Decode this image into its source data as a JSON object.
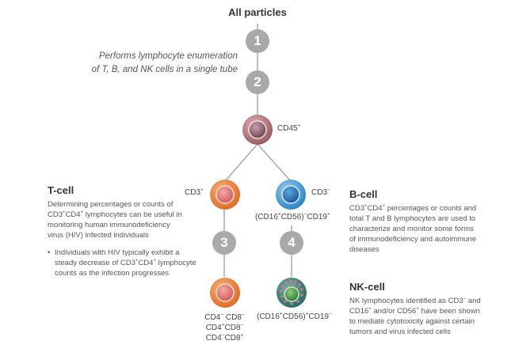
{
  "title": "All particles",
  "steps": [
    "1",
    "2",
    "3",
    "4"
  ],
  "caption": [
    "Performs lymphocyte enumeration",
    "of T, B, and NK cells in a single tube"
  ],
  "labels": {
    "cd45": "CD45",
    "cd45_sup": "+",
    "cd3pos": "CD3",
    "cd3pos_sup": "+",
    "cd3neg": "CD3",
    "cd3neg_sup": "−",
    "bcell_gate": [
      "(CD16",
      "+",
      "CD56)",
      "−",
      "CD19",
      "+"
    ],
    "tsub_line1": [
      "CD4",
      "−",
      " CD8",
      "−"
    ],
    "tsub_line2": [
      "CD4",
      "+",
      "CD8",
      "−"
    ],
    "tsub_line3": [
      "CD4",
      "−",
      "CD8",
      "+"
    ],
    "nk_gate": [
      "(CD16",
      "+",
      "CD56)",
      "+",
      "CD19",
      "−"
    ]
  },
  "tcell": {
    "heading": "T-cell",
    "p1": [
      "Determining percentages or counts of",
      "CD3",
      "+",
      "CD4",
      "+",
      " lymphocytes can be useful in",
      "monitoring human immunodeficiency",
      "virus (HIV) infected individuals"
    ],
    "bullet": [
      "Individuals with HIV typically exhibit a",
      "steady decrease of CD3",
      "+",
      "CD4",
      "+",
      " lymphocyte",
      "counts as the infection progresses"
    ]
  },
  "bcell": {
    "heading": "B-cell",
    "p1": [
      "CD3",
      "+",
      "CD4",
      "+",
      " percentages or counts and",
      "total T and B lymphocytes are used to",
      "characterize and monitor some forms",
      "of immunodeficiency and autoimmune",
      "diseases"
    ]
  },
  "nkcell": {
    "heading": "NK-cell",
    "p1": [
      "NK lymphocytes identified as CD3",
      "−",
      " and",
      "CD16",
      "+",
      " and/or CD56",
      "+",
      " have been shown",
      "to mediate cytotoxicity against certain",
      "tumors and virus infected cells"
    ]
  },
  "colors": {
    "step": "#a9a9a9",
    "line": "#a9a9a9",
    "cd45_cell": "#b57a7c",
    "t_cell": "#e8752e",
    "b_cell": "#2f8fd0",
    "nk_cell": "#2e7f4e",
    "nk_granules": "#e86aa8"
  }
}
